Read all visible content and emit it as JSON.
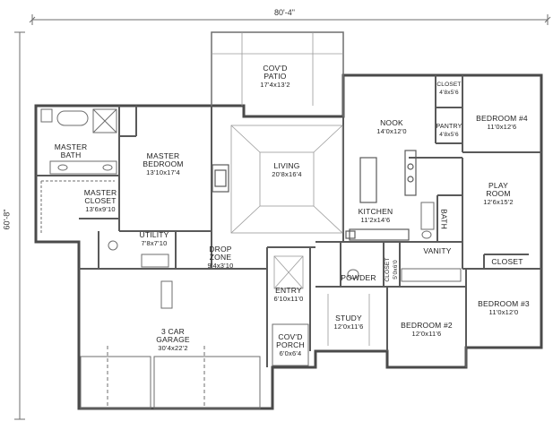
{
  "plan": {
    "overall_width": "80'-4\"",
    "overall_depth": "60'-8\""
  },
  "rooms": {
    "covd_patio": {
      "name": [
        "COV'D",
        "PATIO"
      ],
      "dims": "17'4x13'2"
    },
    "nook": {
      "name": [
        "NOOK"
      ],
      "dims": "14'0x12'0"
    },
    "closet_top": {
      "name": [
        "CLOSET"
      ],
      "dims": "4'8x5'6"
    },
    "pantry": {
      "name": [
        "PANTRY"
      ],
      "dims": "4'8x5'6"
    },
    "bedroom4": {
      "name": [
        "BEDROOM #4"
      ],
      "dims": "11'0x12'6"
    },
    "master_bath": {
      "name": [
        "MASTER",
        "BATH"
      ],
      "dims": ""
    },
    "master_bedroom": {
      "name": [
        "MASTER",
        "BEDROOM"
      ],
      "dims": "13'10x17'4"
    },
    "living": {
      "name": [
        "LIVING"
      ],
      "dims": "20'8x16'4"
    },
    "play_room": {
      "name": [
        "PLAY",
        "ROOM"
      ],
      "dims": "12'6x15'2"
    },
    "master_closet": {
      "name": [
        "MASTER",
        "CLOSET"
      ],
      "dims": "13'6x9'10"
    },
    "kitchen": {
      "name": [
        "KITCHEN"
      ],
      "dims": "11'2x14'6"
    },
    "bath": {
      "name": [
        "BATH"
      ],
      "dims": ""
    },
    "utility": {
      "name": [
        "UTILITY"
      ],
      "dims": "7'8x7'10"
    },
    "vanity": {
      "name": [
        "VANITY"
      ],
      "dims": ""
    },
    "drop_zone": {
      "name": [
        "DROP",
        "ZONE"
      ],
      "dims": "9'4x3'10"
    },
    "closet_mid": {
      "name": [
        "CLOSET"
      ],
      "dims": "5'0x6'0"
    },
    "closet_right": {
      "name": [
        "CLOSET"
      ],
      "dims": ""
    },
    "powder": {
      "name": [
        "POWDER"
      ],
      "dims": ""
    },
    "entry": {
      "name": [
        "ENTRY"
      ],
      "dims": "6'10x11'0"
    },
    "bedroom3": {
      "name": [
        "BEDROOM #3"
      ],
      "dims": "11'0x12'0"
    },
    "study": {
      "name": [
        "STUDY"
      ],
      "dims": "12'0x11'6"
    },
    "bedroom2": {
      "name": [
        "BEDROOM #2"
      ],
      "dims": "12'0x11'6"
    },
    "garage": {
      "name": [
        "3 CAR",
        "GARAGE"
      ],
      "dims": "30'4x22'2"
    },
    "covd_porch": {
      "name": [
        "COV'D",
        "PORCH"
      ],
      "dims": "6'0x6'4"
    }
  },
  "colors": {
    "wall": "#4a4a4a",
    "line": "#6e6e6e",
    "light": "#9a9a9a"
  }
}
